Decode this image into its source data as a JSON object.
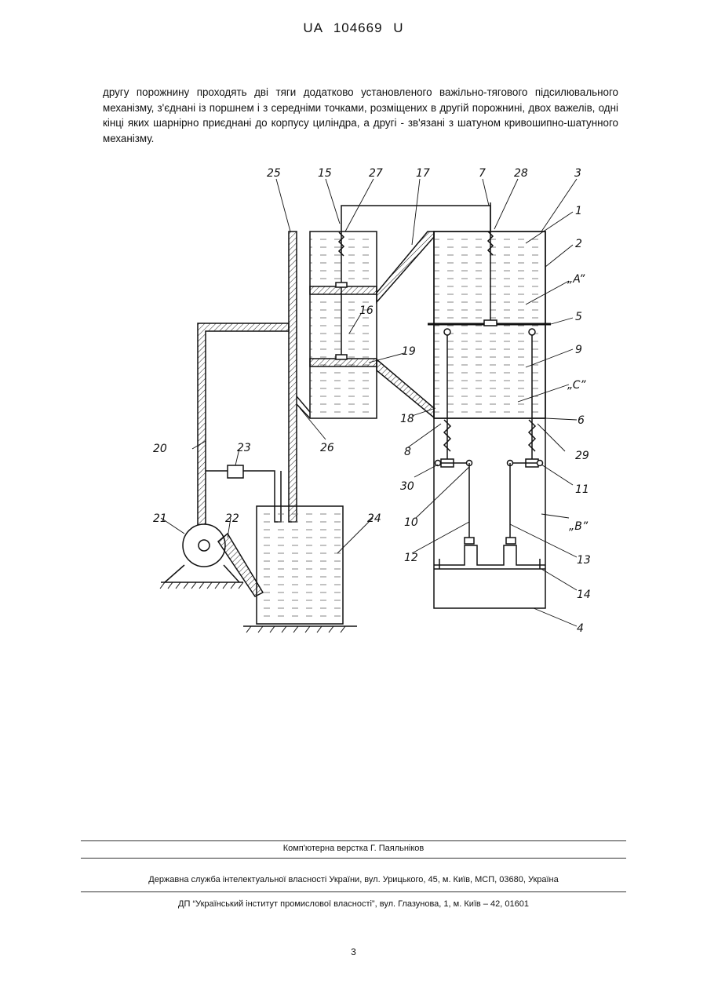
{
  "header": {
    "doc_number": "UA  104669  U"
  },
  "body": {
    "paragraph": "другу порожнину проходять дві тяги додатково установленого важільно-тягового підсилювального механізму, з'єднані із поршнем і з середніми точками, розміщених в другій порожнині, двох важелів, одні кінці яких шарнірно приєднані до корпусу циліндра, а другі - зв'язані з шатуном кривошипно-шатунного механізму."
  },
  "figure": {
    "labels": {
      "l25": "25",
      "l15": "15",
      "l27": "27",
      "l17": "17",
      "l7": "7",
      "l28": "28",
      "l3": "3",
      "l1": "1",
      "l2": "2",
      "lA": "„A”",
      "l5": "5",
      "l9": "9",
      "lC": "„C”",
      "l16": "16",
      "l19": "19",
      "l18": "18",
      "l6": "6",
      "l8": "8",
      "l20": "20",
      "l23": "23",
      "l26": "26",
      "l29": "29",
      "l30": "30",
      "l11": "11",
      "l10": "10",
      "lB": "„B”",
      "l21": "21",
      "l22": "22",
      "l24": "24",
      "l12": "12",
      "l13": "13",
      "l14": "14",
      "l4": "4"
    }
  },
  "footer": {
    "layout": "Комп'ютерна верстка Г. Паяльніков",
    "agency": "Державна служба інтелектуальної власності України, вул. Урицького, 45, м. Київ, МСП, 03680, Україна",
    "institute": "ДП “Український інститут промислової власності”, вул. Глазунова, 1, м. Київ – 42, 01601"
  },
  "page_number": "3"
}
